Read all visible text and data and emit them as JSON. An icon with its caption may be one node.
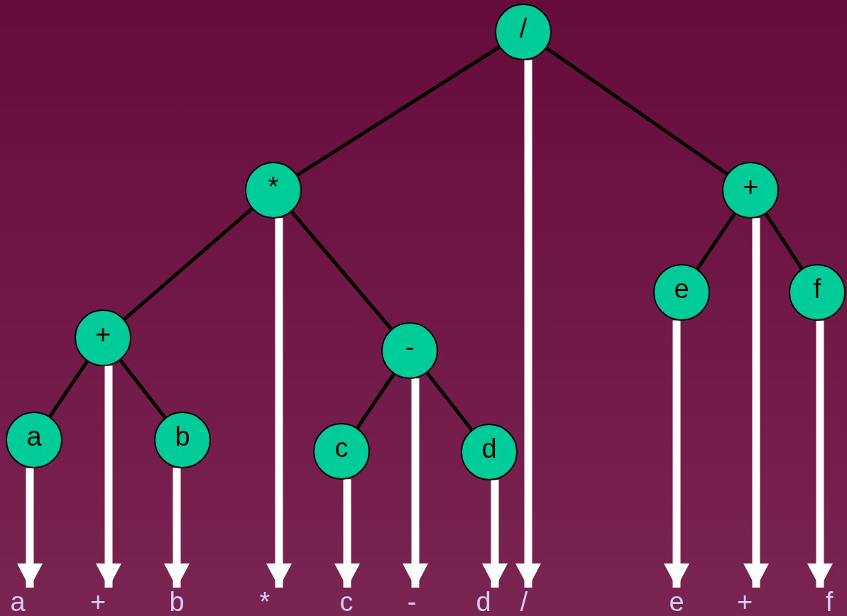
{
  "diagram": {
    "nodes": [
      {
        "text": [
          "/"
        ]
      },
      {
        "text": [
          "*"
        ]
      },
      {
        "text": [
          "+"
        ]
      },
      {
        "text": [
          "a"
        ]
      },
      {
        "text": [
          "b"
        ]
      },
      {
        "text": [
          "-"
        ]
      },
      {
        "text": [
          "c"
        ]
      },
      {
        "text": [
          "d"
        ]
      },
      {
        "text": [
          "+"
        ]
      },
      {
        "text": [
          "e"
        ]
      },
      {
        "text": [
          "f"
        ]
      },
      {
        "text": [
          "a"
        ]
      },
      {
        "text": [
          "+"
        ]
      },
      {
        "text": [
          "b"
        ]
      },
      {
        "text": [
          "*"
        ]
      },
      {
        "text": [
          "c"
        ]
      },
      {
        "text": [
          "-"
        ]
      },
      {
        "text": [
          "d"
        ]
      },
      {
        "text": [
          "/"
        ]
      },
      {
        "text": [
          "e"
        ]
      },
      {
        "text": [
          "+"
        ]
      },
      {
        "text": [
          "f"
        ]
      }
    ],
    "edges": [
      {
        "from": 0,
        "to": 1,
        "arrow": "none",
        "color": "#000000"
      },
      {
        "from": 0,
        "to": 8,
        "arrow": "none",
        "color": "#000000"
      },
      {
        "from": 1,
        "to": 2,
        "arrow": "none",
        "color": "#000000"
      },
      {
        "from": 1,
        "to": 5,
        "arrow": "none",
        "color": "#000000"
      },
      {
        "from": 2,
        "to": 3,
        "arrow": "none",
        "color": "#000000"
      },
      {
        "from": 2,
        "to": 4,
        "arrow": "none",
        "color": "#000000"
      },
      {
        "from": 5,
        "to": 6,
        "arrow": "none",
        "color": "#000000"
      },
      {
        "from": 5,
        "to": 7,
        "arrow": "none",
        "color": "#000000"
      },
      {
        "from": 8,
        "to": 9,
        "arrow": "none",
        "color": "#000000"
      },
      {
        "from": 8,
        "to": 10,
        "arrow": "none",
        "color": "#000000"
      },
      {
        "from": 3,
        "to": 11,
        "arrow": "to"
      },
      {
        "from": 2,
        "to": 12,
        "arrow": "to"
      },
      {
        "from": 4,
        "to": 13,
        "arrow": "to"
      },
      {
        "from": 1,
        "to": 14,
        "arrow": "to"
      },
      {
        "from": 6,
        "to": 15,
        "arrow": "to"
      },
      {
        "from": 5,
        "to": 16,
        "arrow": "to"
      },
      {
        "from": 7,
        "to": 17,
        "arrow": "to"
      },
      {
        "from": 0,
        "to": 18,
        "arrow": "to"
      },
      {
        "from": 9,
        "to": 19,
        "arrow": "to"
      },
      {
        "from": 8,
        "to": 20,
        "arrow": "to"
      },
      {
        "from": 10,
        "to": 21,
        "arrow": "to"
      }
    ]
  }
}
